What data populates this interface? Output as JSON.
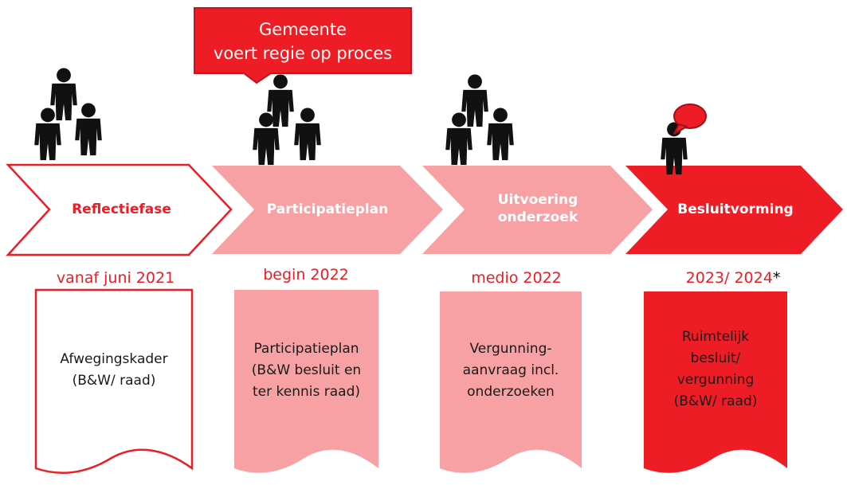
{
  "callout": {
    "line1": "Gemeente",
    "line2": "voert regie op proces"
  },
  "phases": [
    {
      "label": "Reflectiefase",
      "date": "vanaf juni 2021",
      "doc_lines": [
        "Afwegingskader",
        "(B&W/ raad)"
      ]
    },
    {
      "label": "Participatieplan",
      "date": "begin 2022",
      "doc_lines": [
        "Participatieplan",
        "(B&W besluit en",
        "ter kennis raad)"
      ]
    },
    {
      "label_lines": [
        "Uitvoering",
        "onderzoek"
      ],
      "date": "medio 2022",
      "doc_lines": [
        "Vergunning-",
        "aanvraag incl.",
        "onderzoeken"
      ]
    },
    {
      "label": "Besluitvorming",
      "date": "2023/ 2024",
      "date_mark": "*",
      "doc_lines": [
        "Ruimtelijk",
        "besluit/",
        "vergunning",
        "(B&W/ raad)"
      ]
    }
  ],
  "colors": {
    "red": "#ee1c24",
    "pink": "#f7a1a4",
    "white": "#ffffff",
    "figure": "#111111"
  }
}
